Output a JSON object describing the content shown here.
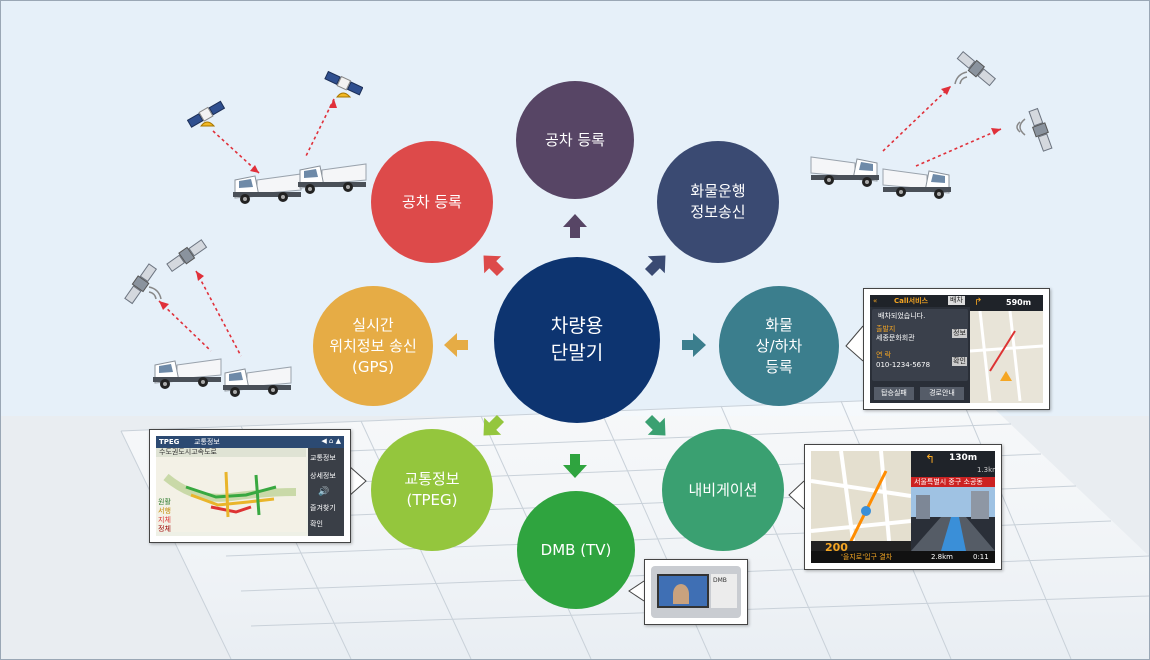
{
  "diagram": {
    "center": {
      "label": "차량용\n단말기",
      "color": "#0d3470"
    },
    "nodes": [
      {
        "id": "top",
        "label": "공차 등록",
        "color": "#574565"
      },
      {
        "id": "upper-left",
        "label": "공차 등록",
        "color": "#dd4a4a"
      },
      {
        "id": "upper-right",
        "label": "화물운행\n정보송신",
        "color": "#3a4a72"
      },
      {
        "id": "left",
        "label": "실시간\n위치정보 송신\n(GPS)",
        "color": "#e6ac45"
      },
      {
        "id": "right",
        "label": "화물\n상/하차\n등록",
        "color": "#3b7e8d"
      },
      {
        "id": "lower-left",
        "label": "교통정보\n(TPEG)",
        "color": "#94c63d"
      },
      {
        "id": "bottom",
        "label": "DMB (TV)",
        "color": "#2fa43f"
      },
      {
        "id": "lower-right",
        "label": "내비게이션",
        "color": "#3aa071"
      }
    ],
    "arrow_colors": {
      "top": "#574565",
      "upper-left": "#dd4a4a",
      "upper-right": "#3a4a72",
      "left": "#e6ac45",
      "right": "#3b7e8d",
      "lower-left": "#94c63d",
      "bottom": "#2fa43f",
      "lower-right": "#3aa071"
    }
  },
  "icons": {
    "satellite": "satellite-icon",
    "truck": "truck-icon",
    "signal": "signal-icon"
  },
  "screens": {
    "tpeg": {
      "app_title": "교통정보",
      "brand": "TPEG",
      "road": "수도권도시고속도로",
      "side_buttons": [
        "교통정보",
        "상세정보",
        "",
        "즐겨찾기",
        "확인"
      ],
      "legend": [
        "원활",
        "서행",
        "지체",
        "정체"
      ]
    },
    "cargo": {
      "service": "Call서비스",
      "tab": "배차",
      "distance": "590m",
      "message": "배차되었습니다.",
      "origin_label": "출발지",
      "origin": "세종문화회관",
      "contact_label": "연 락",
      "phone": "010-1234-5678",
      "btn_fail": "탑승실패",
      "btn_route": "경로안내",
      "btn_side1": "정보",
      "btn_side2": "확인"
    },
    "navi": {
      "distance": "130m",
      "sub_distance": "1.3km",
      "road": "서울특별시 중구 소공동",
      "speed": "200",
      "remain": "2.8km",
      "time": "0:11",
      "location_text": "'을지로'입구 결차"
    },
    "dmb": {
      "screen_label": "DMB"
    }
  }
}
